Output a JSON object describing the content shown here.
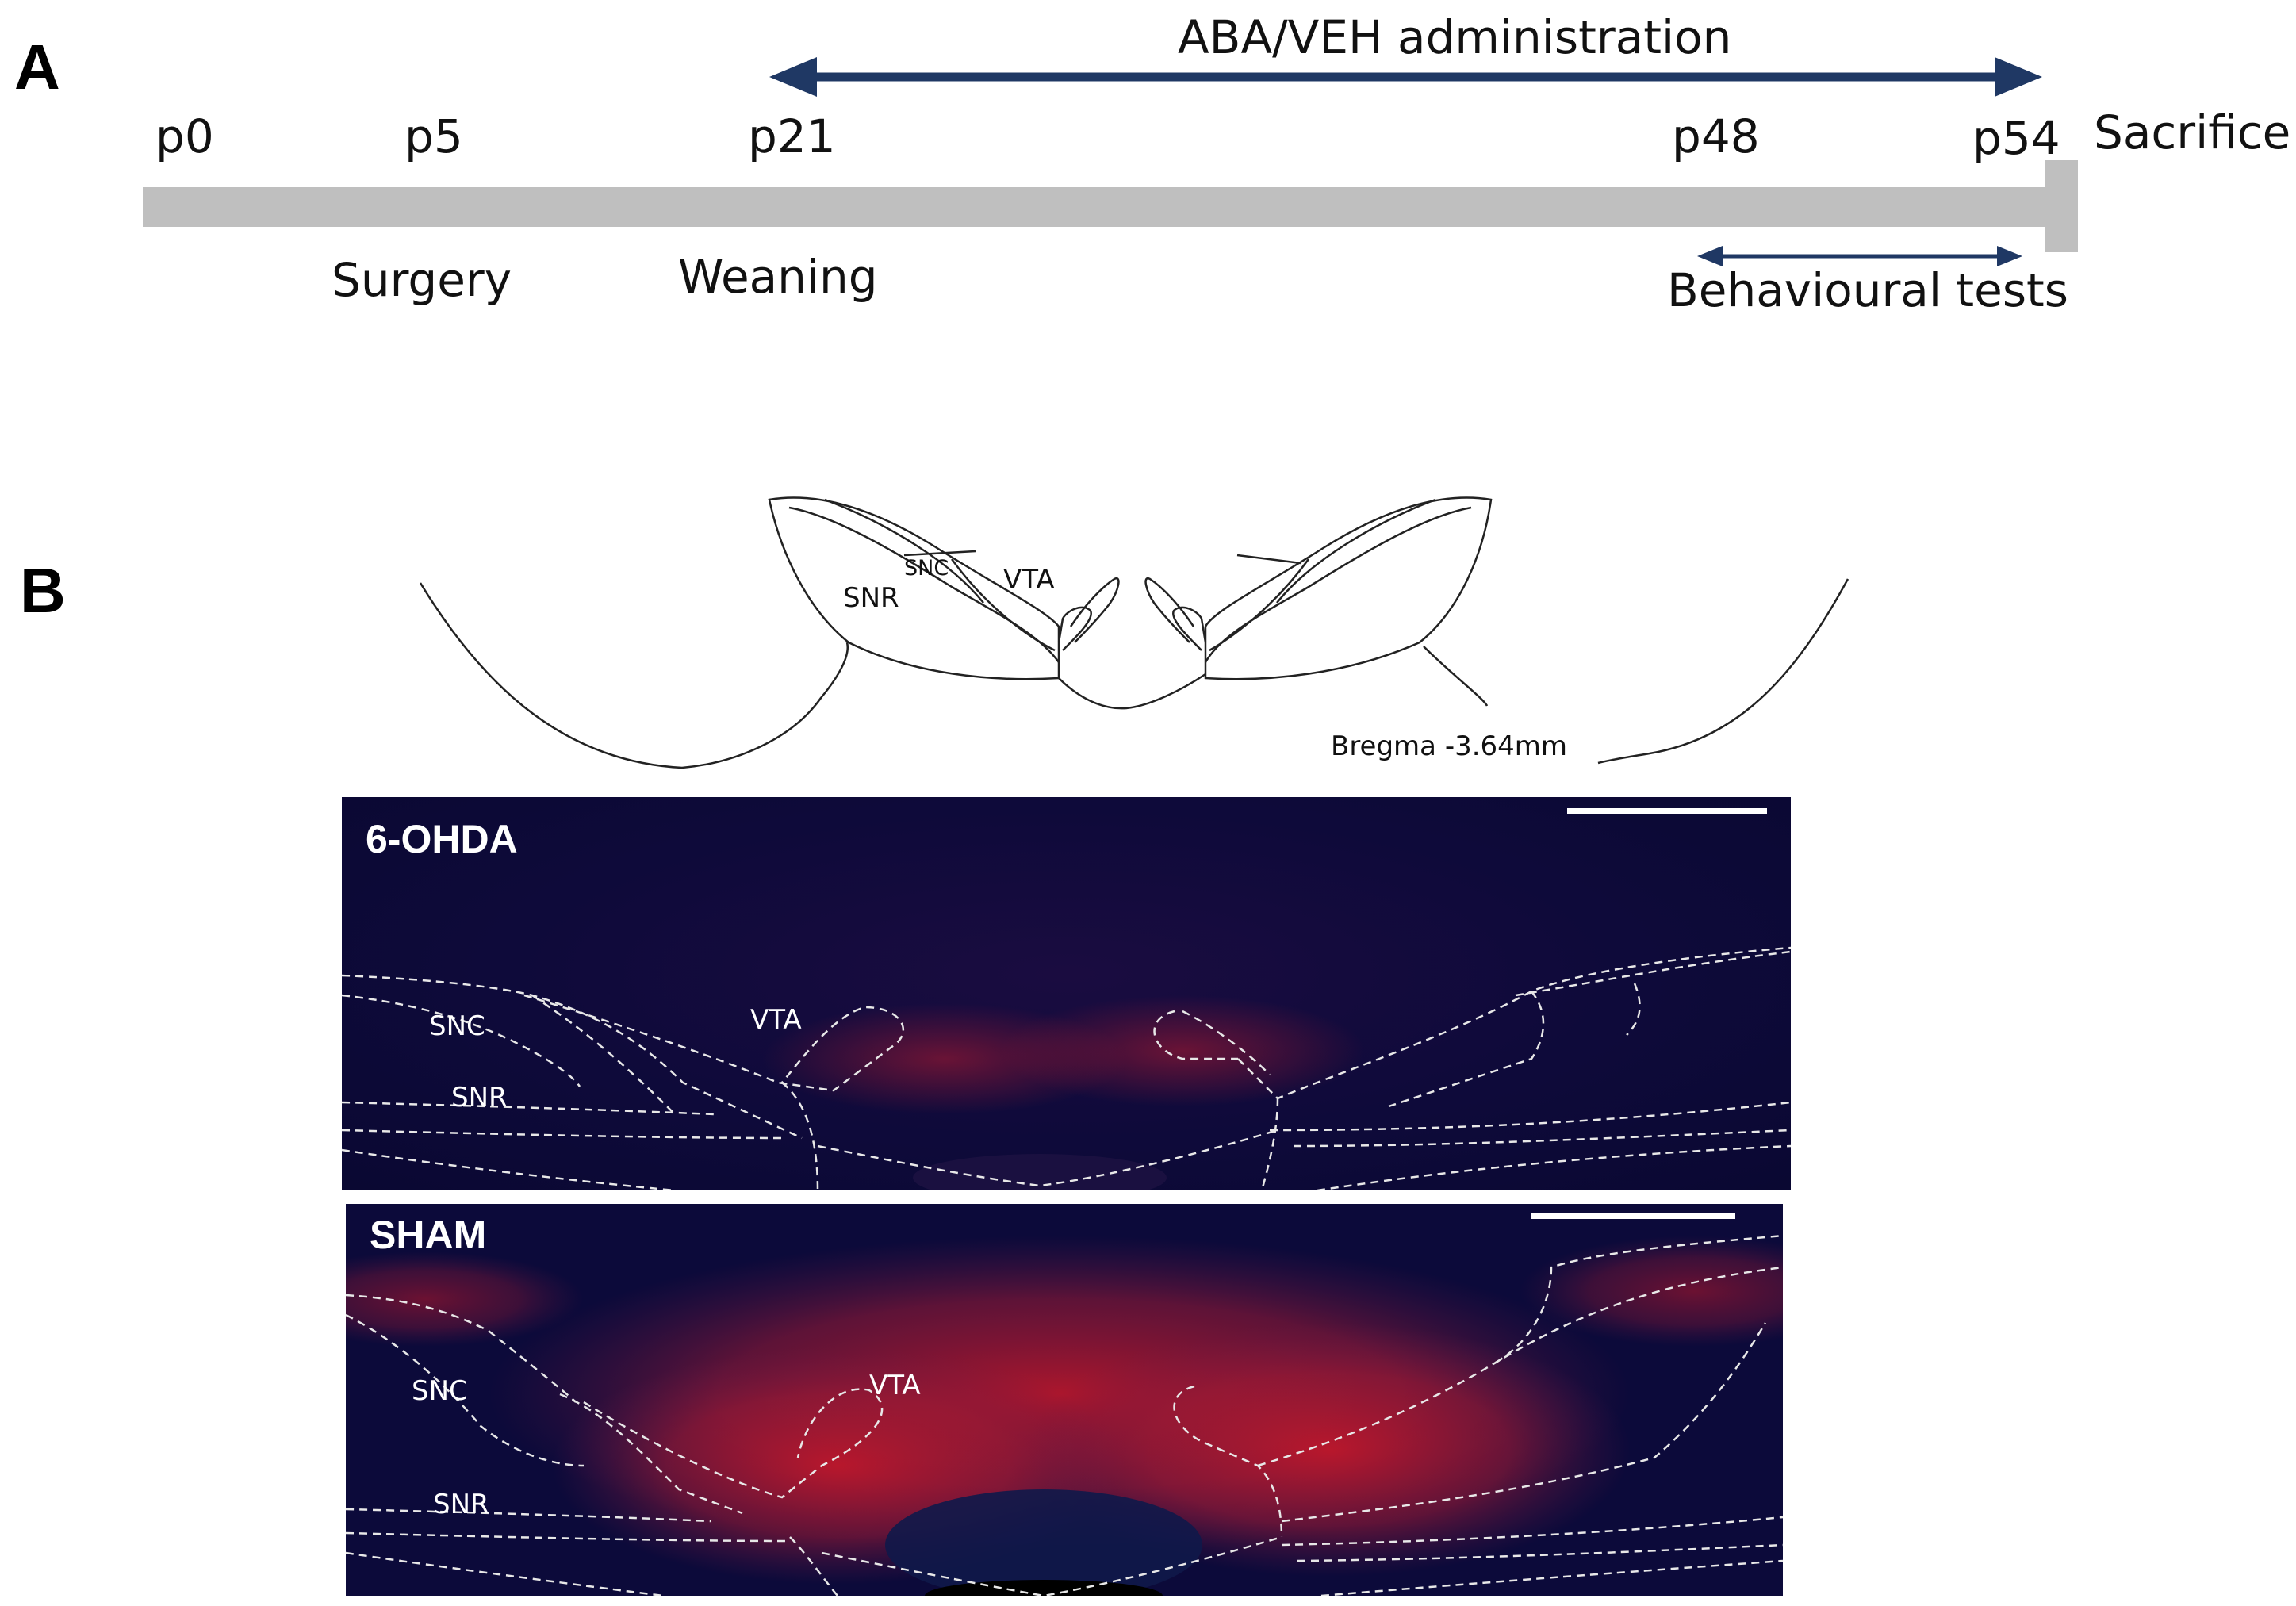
{
  "panel_a": {
    "letter": "A",
    "top_arrow_label": "ABA/VEH administration",
    "ticks": [
      "p0",
      "p5",
      "p21",
      "p48",
      "p54"
    ],
    "end_label": "Sacrifice",
    "events": [
      "Surgery",
      "Weaning"
    ],
    "bottom_arrow_label": "Behavioural tests",
    "colors": {
      "arrow": "#1f3864",
      "bar": "#bfbfbf"
    }
  },
  "panel_b": {
    "letter": "B",
    "atlas": {
      "labels": [
        "SNC",
        "SNR",
        "VTA"
      ],
      "bregma": "Bregma -3.64mm"
    },
    "images": [
      {
        "title": "6-OHDA",
        "regions": [
          "SNC",
          "SNR",
          "VTA"
        ]
      },
      {
        "title": "SHAM",
        "regions": [
          "SNC",
          "SNR",
          "VTA"
        ]
      }
    ],
    "colors": {
      "background": "#0d0a3c",
      "stain": "#d01828"
    }
  }
}
